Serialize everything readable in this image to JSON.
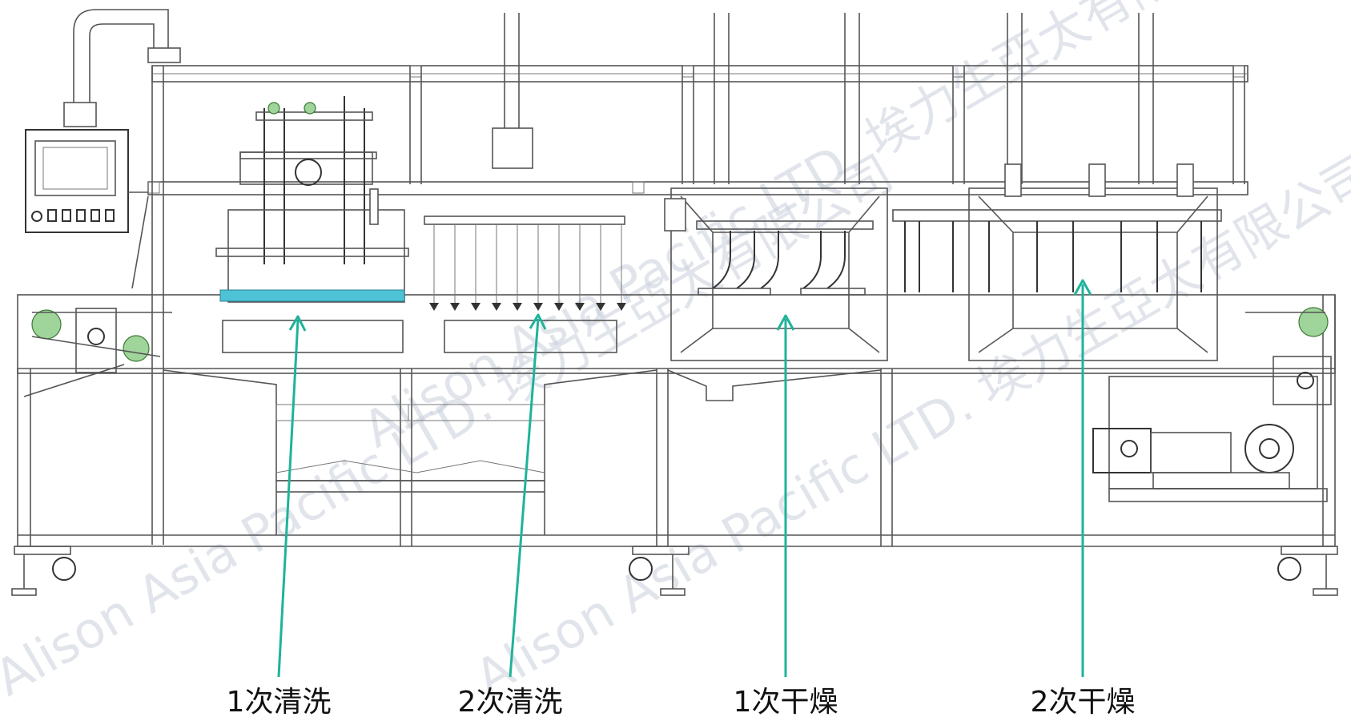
{
  "diagram": {
    "stations": [
      {
        "id": "wash1",
        "label": "1次清洗"
      },
      {
        "id": "wash2",
        "label": "2次清洗"
      },
      {
        "id": "dry1",
        "label": "1次干燥"
      },
      {
        "id": "dry2",
        "label": "2次干燥"
      }
    ],
    "watermark": {
      "text_1": "Alison Asia Pacific LTD. 埃力生亞太有限公司",
      "text_2": "Alison Asia Pacific LTD. 埃力生亞太有限公司",
      "text_3": "Alison Asia Pacific LTD. 埃力生亞太有限公司"
    },
    "colors": {
      "line": "#555555",
      "arrow": "#1fb39a",
      "chain": "#9fd49a",
      "spray_bar": "#4ec3d6"
    }
  }
}
